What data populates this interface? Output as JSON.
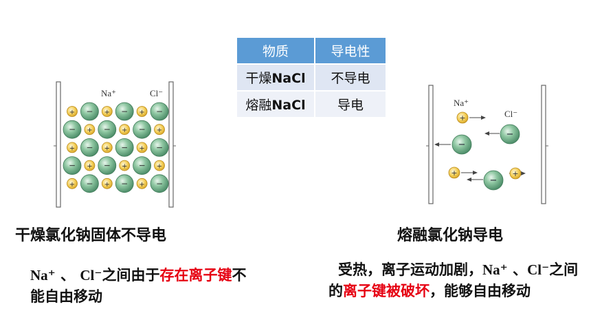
{
  "table": {
    "headers": [
      "物质",
      "导电性"
    ],
    "rows": [
      {
        "substance_cn": "干燥",
        "substance_en": "NaCl",
        "conductivity": "不导电"
      },
      {
        "substance_cn": "熔融",
        "substance_en": "NaCl",
        "conductivity": "导电"
      }
    ]
  },
  "left_figure": {
    "label_na": "Na⁺",
    "label_cl": "Cl⁻",
    "caption": "干燥氯化钠固体不导电"
  },
  "right_figure": {
    "label_na": "Na⁺",
    "label_cl": "Cl⁻",
    "caption": "熔融氯化钠导电"
  },
  "left_text": {
    "na": "Na⁺",
    "sep": " 、 ",
    "cl": "Cl⁻",
    "part1": "之间由于",
    "red": "存在离子键",
    "part2": "不能自由移动"
  },
  "right_text": {
    "part1": "受热，离子运动加剧，",
    "na": "Na⁺",
    "sep": " 、",
    "cl": "Cl⁻",
    "part2": "之间的",
    "red": "离子键被破坏",
    "part3": "，能够自由移动"
  },
  "colors": {
    "table_header": "#5b9bd5",
    "cl_ion": "#7fbf97",
    "na_ion": "#f3cd55",
    "highlight": "#e60012"
  }
}
